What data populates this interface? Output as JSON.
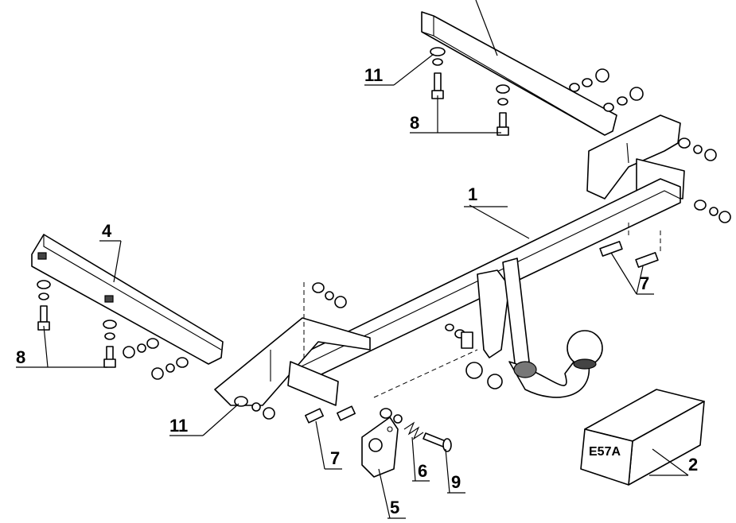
{
  "labels": {
    "part1": "1",
    "part2": "2",
    "part4": "4",
    "part5": "5",
    "part6": "6",
    "part7a": "7",
    "part7b": "7",
    "part8a": "8",
    "part8b": "8",
    "part9": "9",
    "part11a": "11",
    "part11b": "11"
  },
  "kit_box_code": "E57A"
}
